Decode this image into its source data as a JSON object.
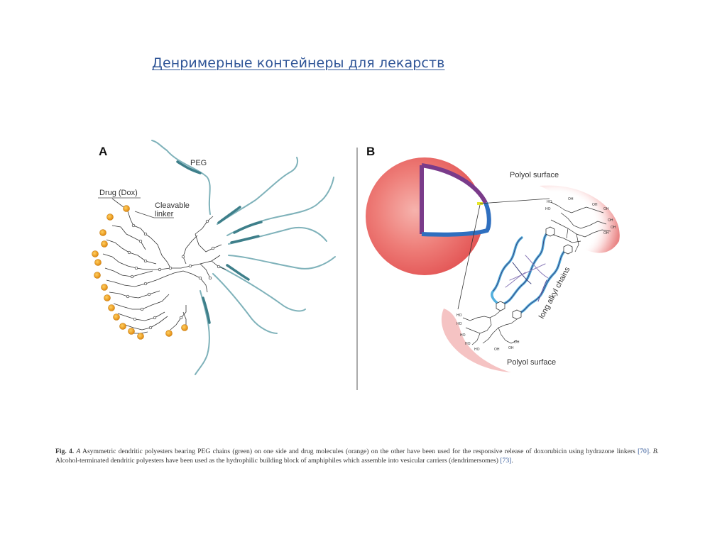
{
  "slide": {
    "title": "Денримерные контейнеры для лекарств"
  },
  "figure": {
    "panel_a": {
      "letter": "A",
      "labels": {
        "peg": "PEG",
        "drug": "Drug (Dox)",
        "linker_line1": "Cleavable",
        "linker_line2": "linker"
      },
      "colors": {
        "peg_chain": "#5b9aa6",
        "drug": "#f0a020",
        "structure": "#333333"
      }
    },
    "panel_b": {
      "letter": "B",
      "labels": {
        "polyol_top": "Polyol surface",
        "polyol_bottom": "Polyol surface",
        "alkyl": "long alkyl chains"
      },
      "colors": {
        "vesicle": "#e86a6a",
        "membrane_outer": "#7a3b8a",
        "membrane_inner": "#2f6fbf",
        "alkyl_highlight": "#36a3d9",
        "marker": "#e6e62a"
      }
    }
  },
  "caption": {
    "fig_label": "Fig. 4.",
    "part_a_letter": "A",
    "part_a_text": "Asymmetric dendritic polyesters bearing PEG chains (green) on one side and drug molecules (orange) on the other have been used for the responsive release of doxorubicin using hydrazone linkers",
    "ref_a": "[70]",
    "part_b_letter": "B.",
    "part_b_text": "Alcohol-terminated dendritic polyesters have been used as the hydrophilic building block of amphiphiles which assemble into vesicular carriers (dendrimersomes)",
    "ref_b": "[73]",
    "end": "."
  }
}
